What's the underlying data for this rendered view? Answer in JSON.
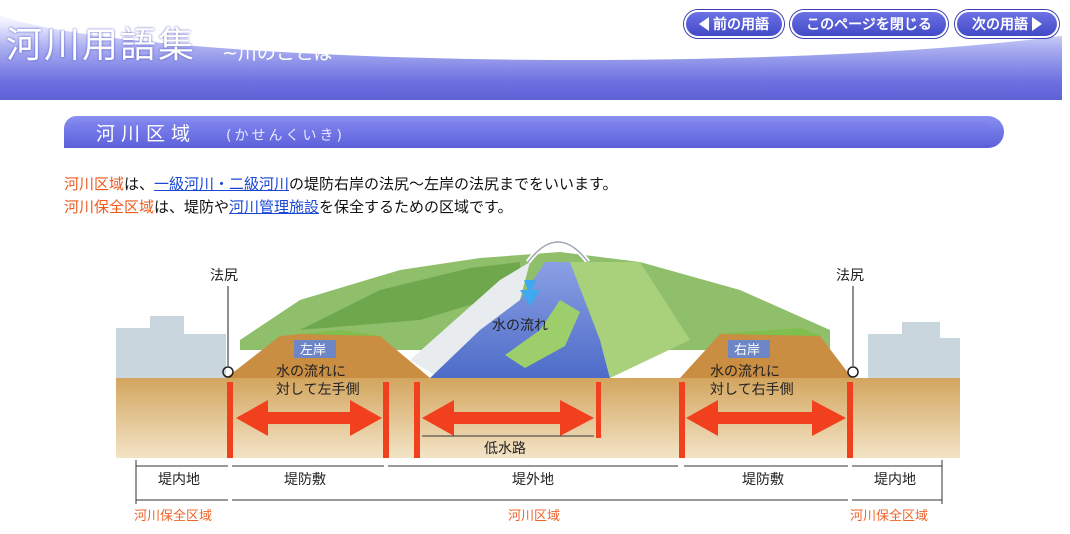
{
  "header": {
    "title": "河川用語集",
    "subtitle": "~川のことば~",
    "prev_label": "前の用語",
    "close_label": "このページを閉じる",
    "next_label": "次の用語"
  },
  "section": {
    "title": "河川区域",
    "reading": "(かせんくいき)"
  },
  "description": {
    "line1": {
      "term": "河川区域",
      "p1": "は、",
      "link": "一級河川・二級河川",
      "p2": "の堤防右岸の法尻～左岸の法尻までをいいます。"
    },
    "line2": {
      "term": "河川保全区域",
      "p1": "は、堤防や",
      "link": "河川管理施設",
      "p2": "を保全するための区域です。"
    }
  },
  "diagram": {
    "labels": {
      "hojiri_left": "法尻",
      "hojiri_right": "法尻",
      "left_bank": "左岸",
      "right_bank": "右岸",
      "left_desc_1": "水の流れに",
      "left_desc_2": "対して左手側",
      "right_desc_1": "水の流れに",
      "right_desc_2": "対して右手側",
      "flow": "水の流れ",
      "low_water": "低水路",
      "inland_left": "堤内地",
      "levee_left": "堤防敷",
      "outside": "堤外地",
      "levee_right": "堤防敷",
      "inland_right": "堤内地",
      "conservation_left": "河川保全区域",
      "river_area": "河川区域",
      "conservation_right": "河川保全区域"
    },
    "colors": {
      "marker": "#f0401e",
      "soil": "#d8b275",
      "grass": "#7fbf4d",
      "water": "#6c86d8",
      "area_text": "#f0642a"
    }
  }
}
